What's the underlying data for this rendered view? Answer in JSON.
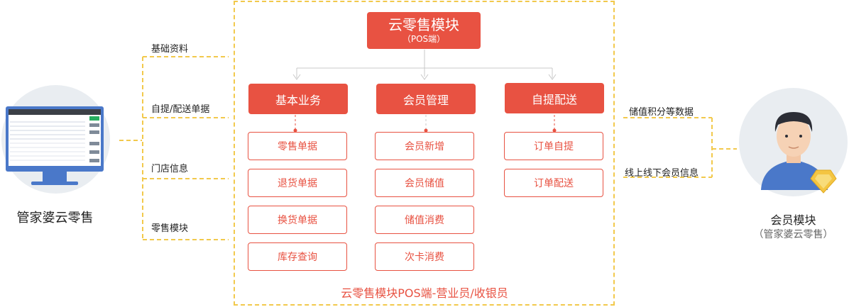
{
  "pos": {
    "title": "云零售模块",
    "subtitle": "（POS端）",
    "footer": "云零售模块POS端-营业员/收银员"
  },
  "columns": [
    {
      "header": "基本业务",
      "items": [
        "零售单据",
        "退货单据",
        "换货单据",
        "库存查询"
      ]
    },
    {
      "header": "会员管理",
      "items": [
        "会员新增",
        "会员储值",
        "储值消费",
        "次卡消费"
      ]
    },
    {
      "header": "自提配送",
      "items": [
        "订单自提",
        "订单配送"
      ]
    }
  ],
  "left": {
    "name": "管家婆云零售",
    "links": [
      "基础资料",
      "自提/配送单据",
      "门店信息",
      "零售模块"
    ]
  },
  "right": {
    "name": "会员模块",
    "subname": "（管家婆云零售）",
    "links": [
      "储值积分等数据",
      "线上线下会员信息"
    ]
  },
  "colors": {
    "red": "#e85242",
    "dash": "#f2c94c",
    "gray_line": "#c8c8c8"
  },
  "icons": [
    "monitor-icon",
    "user-avatar-icon",
    "diamond-badge-icon"
  ]
}
